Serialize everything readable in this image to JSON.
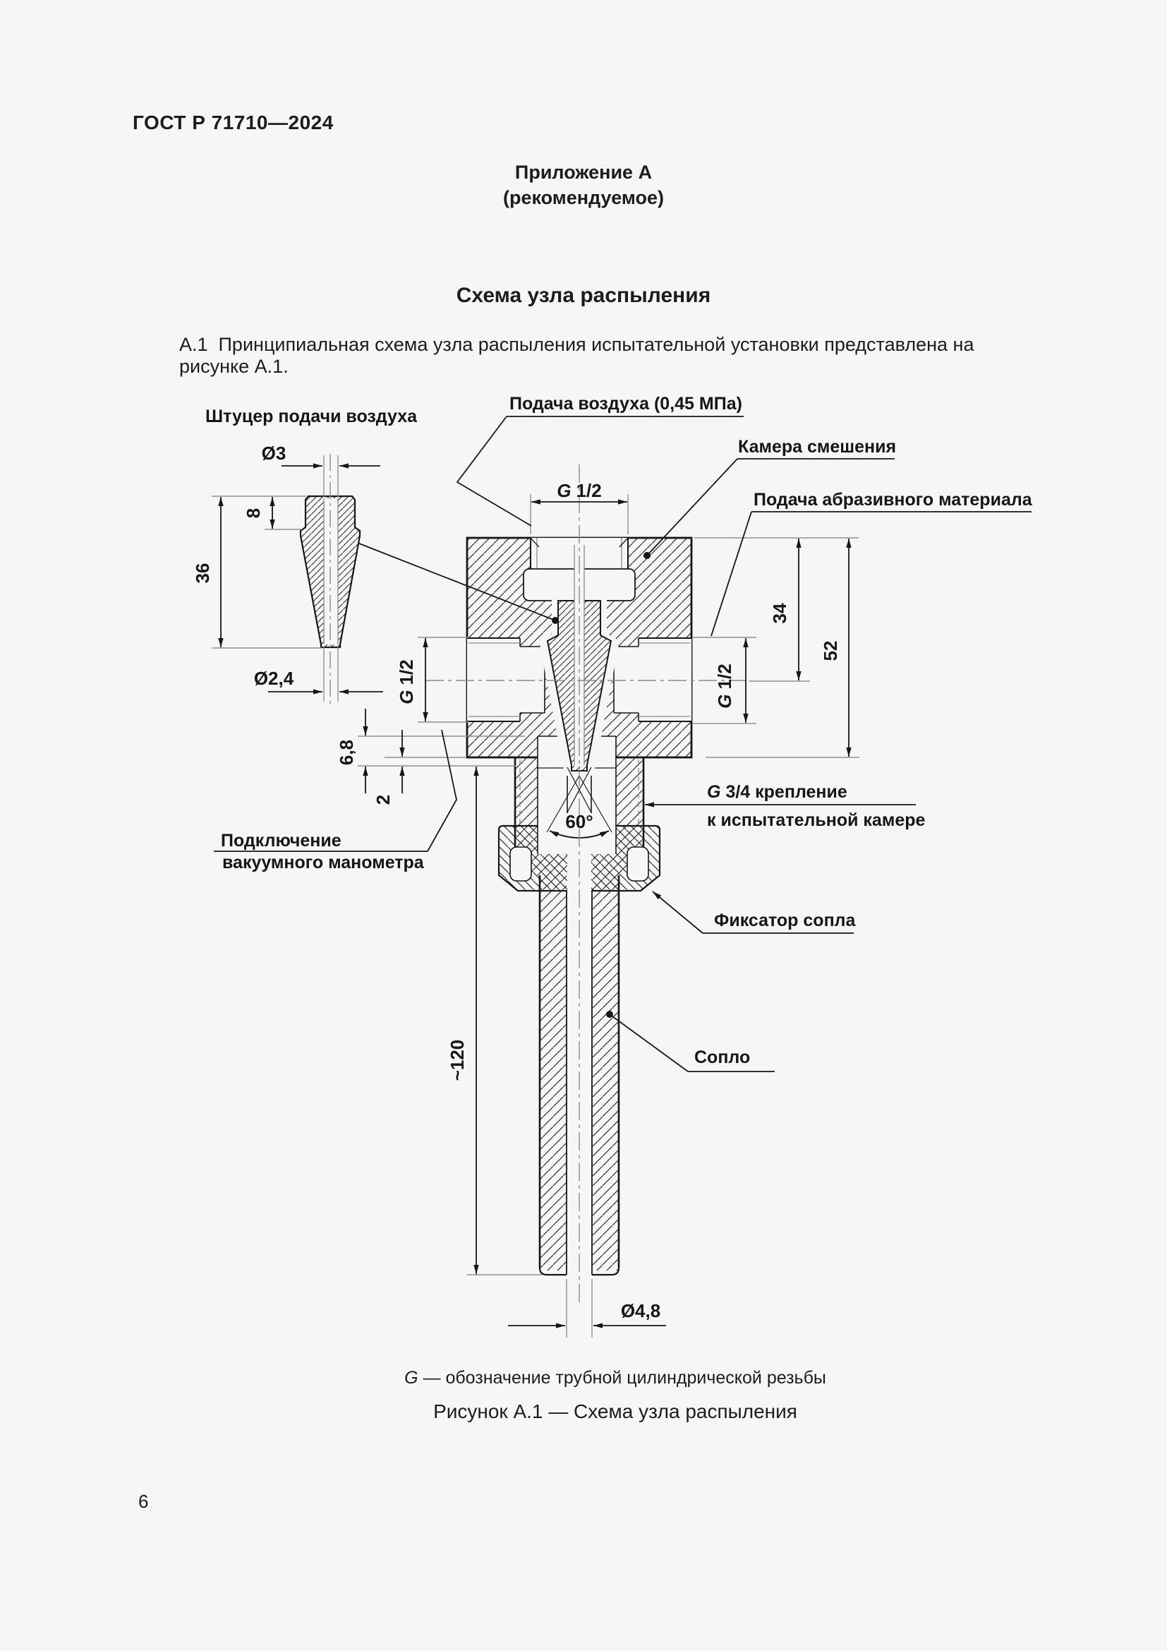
{
  "page": {
    "header": "ГОСТ Р 71710—2024",
    "number": "6"
  },
  "appendix": {
    "title": "Приложение А",
    "kind": "(рекомендуемое)",
    "section": "Схема узла распыления",
    "paragraph": "А.1  Принципиальная схема узла распыления испытательной установки представлена на рисунке А.1."
  },
  "figure": {
    "caption": "Рисунок А.1 — Схема узла распыления",
    "footnote": {
      "g": "G",
      "rest": "— обозначение трубной цилиндрической резьбы"
    },
    "labels": {
      "air_fitting": "Штуцер подачи воздуха",
      "air_supply": "Подача воздуха (0,45 МПа)",
      "mixing_chamber": "Камера смешения",
      "abrasive": "Подача абразивного материала",
      "vacuum1": "Подключение",
      "vacuum2": "вакуумного манометра",
      "mount_g": "G",
      "mount_rest": "3/4 крепление",
      "mount2": "к испытательной камере",
      "lock": "Фиксатор сопла",
      "nozzle": "Сопло"
    },
    "dims": {
      "d3": "Ø3",
      "h8": "8",
      "h36": "36",
      "d24": "Ø2,4",
      "g": "G",
      "g_rest": "1/2",
      "h34": "34",
      "h52": "52",
      "h68": "6,8",
      "h2": "2",
      "angle": "60°",
      "len": "~120",
      "d48": "Ø4,8"
    }
  }
}
